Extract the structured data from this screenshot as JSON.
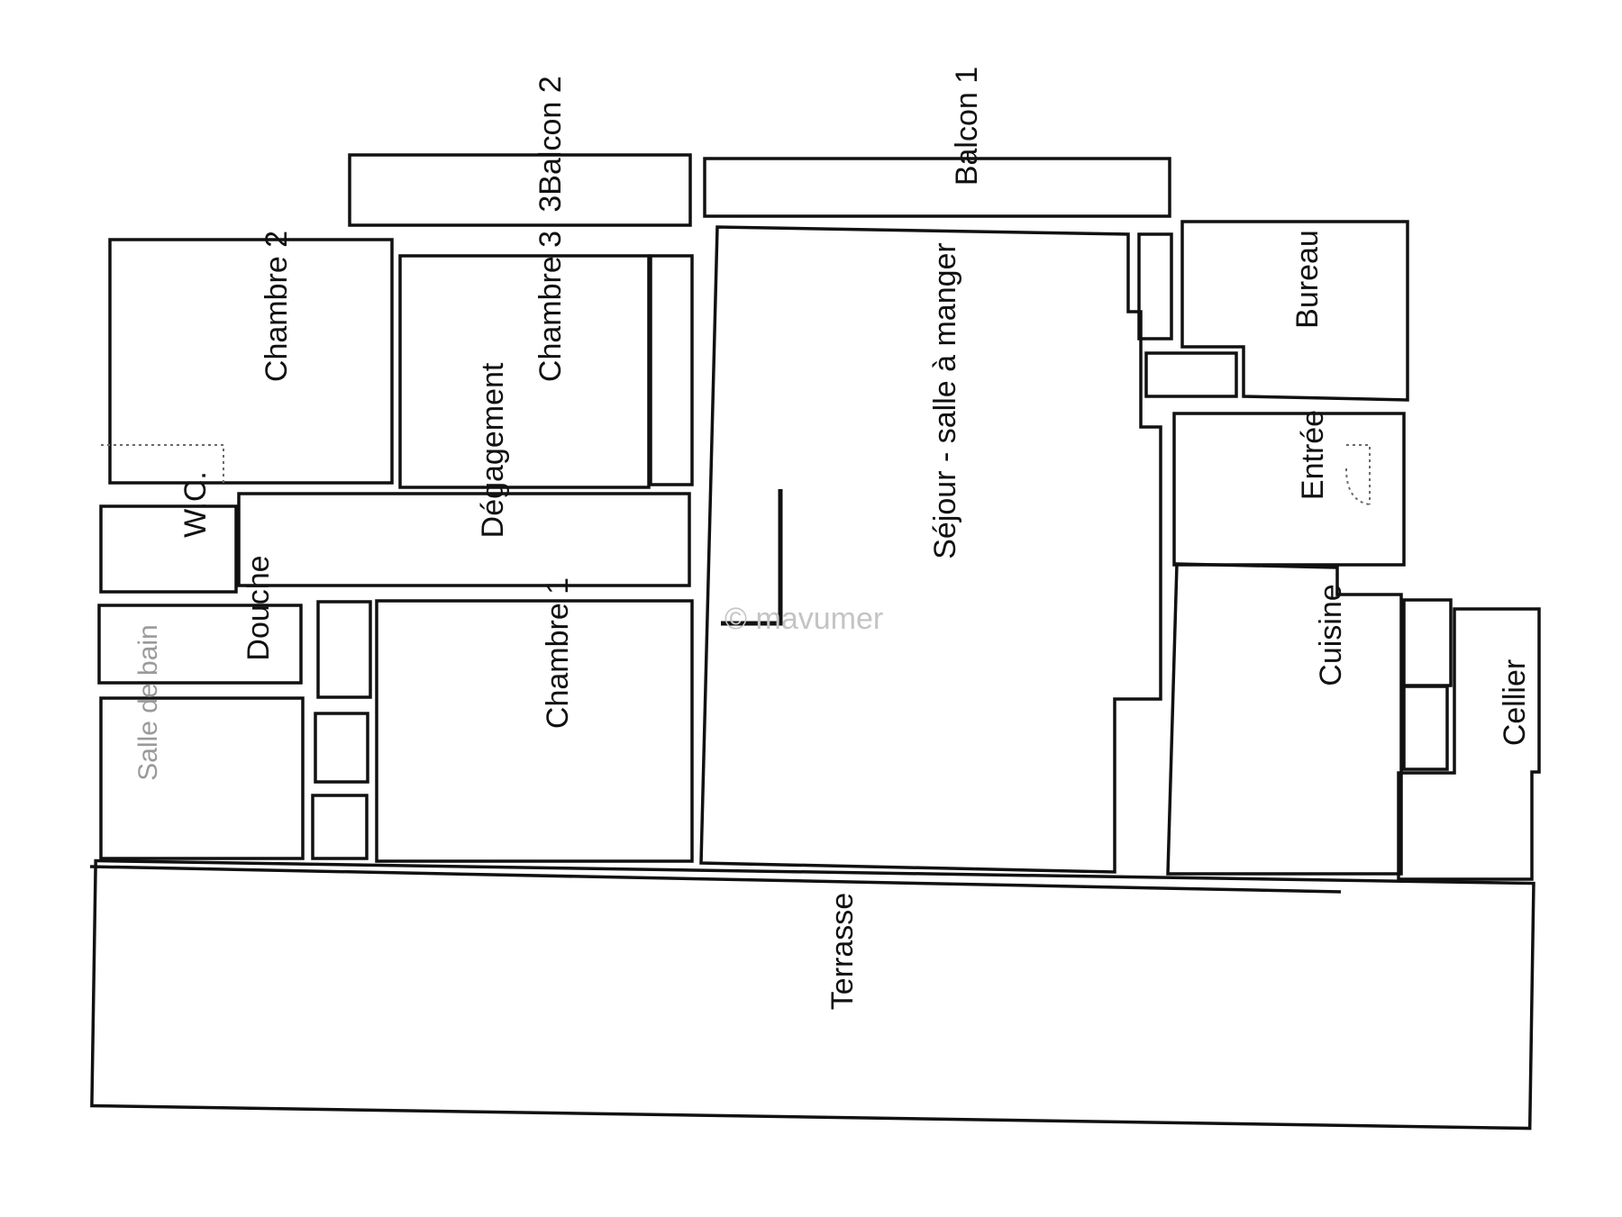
{
  "rooms": {
    "balcon2": "3Balcon 2",
    "balcon1": "Balcon 1",
    "chambre2": "Chambre 2",
    "chambre3": "Chambre 3",
    "degagement": "Dégagement",
    "wc": "W.C.",
    "douche": "Douche",
    "salle_de_bain": "Salle de bain",
    "chambre1": "Chambre 1",
    "sejour": "Séjour - salle à manger",
    "bureau": "Bureau",
    "entree": "Entrée",
    "cuisine": "Cuisine",
    "cellier": "Cellier",
    "terrasse": "Terrasse"
  },
  "watermark": "© mavumer"
}
